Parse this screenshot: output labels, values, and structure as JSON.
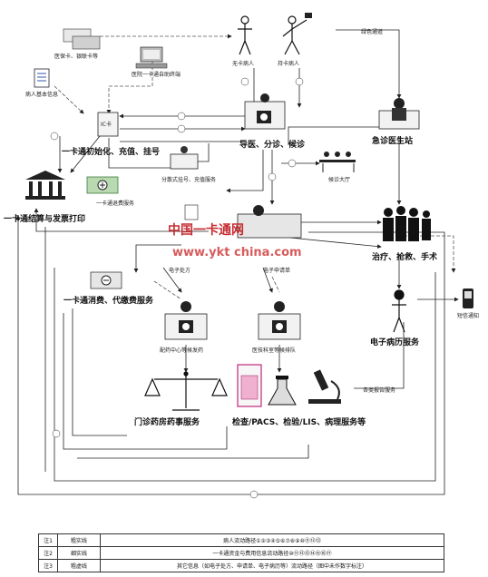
{
  "labels": {
    "insurance_card": "医保卡、银联卡等",
    "terminal": "医院一卡通自助终端",
    "patient_info": "病人基本信息",
    "no_card_patient": "无卡病人",
    "card_patient": "持卡病人",
    "green_channel": "绿色通道",
    "ic_card": "IC卡",
    "card_init": "一卡通初始化、充值、挂号",
    "guide": "导医、分诊、候诊",
    "er_station": "急诊医生站",
    "queue_service": "分散式挂号、充值服务",
    "waiting_hall": "候诊大厅",
    "refund": "一卡通退费服务",
    "settlement": "一卡通结算与发票打印",
    "treatment": "治疗、抢救、手术",
    "sms": "短信通知",
    "e_rx": "电子处方",
    "e_request": "电子申请单",
    "consume": "一卡通消费、代缴费服务",
    "emr": "电子病历服务",
    "pharmacy_center": "配药中心等候发药",
    "exam_queue": "医技科室等候排队",
    "report_service": "各类报告服务",
    "pharmacy": "门诊药房药事服务",
    "exam": "检查/PACS、检验/LIS、病理服务等"
  },
  "watermark": {
    "cn": "中国一卡通网",
    "url": "www.ykt china.com"
  },
  "legend": [
    {
      "num": "注1",
      "kind": "粗实线",
      "desc": "病人流动路径①②③④⑤⑥⑦⑧⑨⑩⑪⑫⑬"
    },
    {
      "num": "注2",
      "kind": "细实线",
      "desc": "一卡通资金与费用信息流动路径⑩⑪⑫⑬⑭⑮⑯⑰"
    },
    {
      "num": "注3",
      "kind": "粗虚线",
      "desc": "其它信息（如电子处方、申请单、电子病历等）流动路径（图中未作数字标注）"
    }
  ],
  "colors": {
    "line": "#222222",
    "dashed": "#555555",
    "watermark_cn": "#c0171c",
    "watermark_url": "#d04040"
  }
}
